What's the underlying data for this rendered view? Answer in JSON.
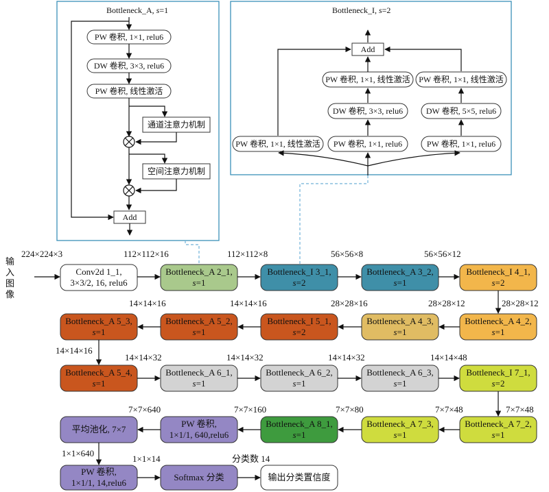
{
  "panel_a": {
    "title_name": "Bottleneck_A, ",
    "title_s": "s",
    "title_val": "=1",
    "pw1": "PW 卷积, 1×1, relu6",
    "dw": "DW 卷积, 3×3, relu6",
    "pw2": "PW 卷积, 线性激活",
    "channel_att": "通道注意力机制",
    "spatial_att": "空间注意力机制",
    "add": "Add"
  },
  "panel_i": {
    "title_name": "Bottleneck_I, ",
    "title_s": "s",
    "title_val": "=2",
    "add": "Add",
    "left_pw": "PW 卷积, 1×1, 线性激活",
    "mid_pw_top": "PW 卷积, 1×1, 线性激活",
    "mid_dw": "DW 卷积, 3×3, relu6",
    "mid_pw_bottom": "PW 卷积, 1×1, relu6",
    "right_pw_top": "PW 卷积, 1×1, 线性激活",
    "right_dw": "DW 卷积, 5×5, relu6",
    "right_pw_bottom": "PW 卷积, 1×1, relu6"
  },
  "input_label": [
    "输",
    "入",
    "图",
    "像"
  ],
  "sizes": {
    "in": "224×224×3",
    "a": "112×112×16",
    "b": "112×112×8",
    "c": "56×56×8",
    "d": "56×56×12",
    "e": "28×28×12",
    "r2_1": "14×14×16",
    "r2_2": "14×14×16",
    "r2_3": "28×28×16",
    "r2_4": "28×28×12",
    "r3_in": "14×14×16",
    "r3_1": "14×14×32",
    "r3_2": "14×14×32",
    "r3_3": "14×14×32",
    "r3_4": "14×14×48",
    "r4_1": "7×7×640",
    "r4_2": "7×7×160",
    "r4_3": "7×7×80",
    "r4_4": "7×7×48",
    "r4_5": "7×7×48",
    "r5_1": "1×1×640",
    "r5_2": "1×1×14",
    "classes": "分类数 14"
  },
  "blocks": {
    "conv": [
      "Conv2d 1_1,",
      "3×3/2, 16, relu6"
    ],
    "a2_1": "Bottleneck_A 2_1,",
    "i3_1": "Bottleneck_I 3_1,",
    "a3_2": "Bottleneck_A 3_2,",
    "i4_1": "Bottleneck_I 4_1,",
    "a4_2": "Bottleneck_A 4_2,",
    "a4_3": "Bottleneck_A 4_3,",
    "i5_1": "Bottleneck_I 5_1,",
    "a5_2": "Bottleneck_A 5_2,",
    "a5_3": "Bottleneck_A 5_3,",
    "a5_4": "Bottleneck_A 5_4,",
    "a6_1": "Bottleneck_A 6_1,",
    "a6_2": "Bottleneck_A 6_2,",
    "a6_3": "Bottleneck_A 6_3,",
    "i7_1": "Bottleneck_I 7_1,",
    "a7_2": "Bottleneck_A 7_2,",
    "a7_3": "Bottleneck_A 7_3,",
    "a8_1": "Bottleneck_A 8_1,",
    "pw640": [
      "PW 卷积,",
      "1×1/1, 640,relu6"
    ],
    "avgpool": "平均池化, 7×7",
    "pw14": [
      "PW 卷积,",
      "1×1/1, 14,relu6"
    ],
    "softmax": "Softmax 分类",
    "output": "输出分类置信度"
  },
  "stride": {
    "s": "s",
    "one": "=1",
    "two": "=2"
  },
  "colors": {
    "green": "#a9c98c",
    "teal": "#3f8fa8",
    "orange": "#f2b64b",
    "tan": "#e0bc63",
    "rust": "#c9561e",
    "gray": "#d3d3d3",
    "lime": "#cfdc3e",
    "dark_green": "#3e9b3e",
    "purple": "#9487c4",
    "panel_border": "#3a90b8"
  }
}
